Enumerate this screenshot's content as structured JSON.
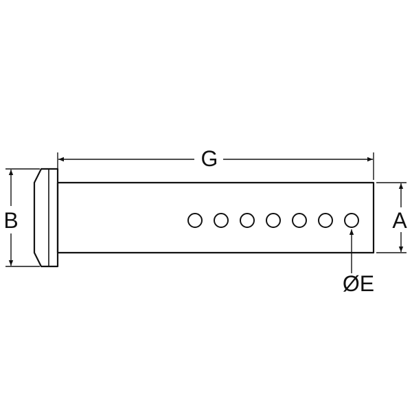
{
  "diagram": {
    "labels": {
      "overall_length": "G",
      "head_diameter": "B",
      "shank_diameter": "A",
      "hole_diameter": "ØE"
    },
    "hole_count": 7,
    "colors": {
      "line": "#111111",
      "background": "#ffffff"
    }
  }
}
